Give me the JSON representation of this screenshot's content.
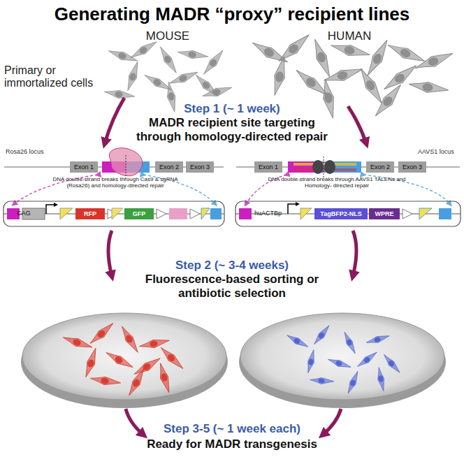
{
  "diagram": {
    "title": "Generating MADR “proxy” recipient lines",
    "nodes": [
      {
        "text": [
          "Exon 1"
        ]
      },
      {
        "text": [
          "Exon 2"
        ]
      },
      {
        "text": [
          "Exon 3"
        ]
      },
      {
        "text": [
          "Exon 1"
        ]
      },
      {
        "text": [
          "Exon 2"
        ]
      },
      {
        "text": [
          "Exon 3"
        ]
      },
      {
        "text": [
          "RFP"
        ]
      },
      {
        "text": [
          "GFP"
        ]
      },
      {
        "text": [
          "TagBFP2-NLS"
        ]
      },
      {
        "text": [
          "WPRE"
        ]
      }
    ],
    "labels": [
      "MOUSE",
      "HUMAN",
      "Primary or immortalized cells",
      "Step 1 (~ 1 week)",
      "MADR recipient site targeting through homology-directed repair",
      "Rosa26 locus",
      "AAVS1 locus",
      "DNA double-strand breaks through Cas9 & sgRNA (Rosa26) and homology-directed repair",
      "DNA double-strand breaks through AAVS1 TALENs and Homology- directed repair",
      "CAG",
      "huACTBp",
      "Step 2 (~ 3-4 weeks)",
      "Fluorescence-based sorting or antibiotic selection",
      "Step 3-5 (~ 1 week each)",
      "Ready for MADR transgenesis"
    ]
  }
}
